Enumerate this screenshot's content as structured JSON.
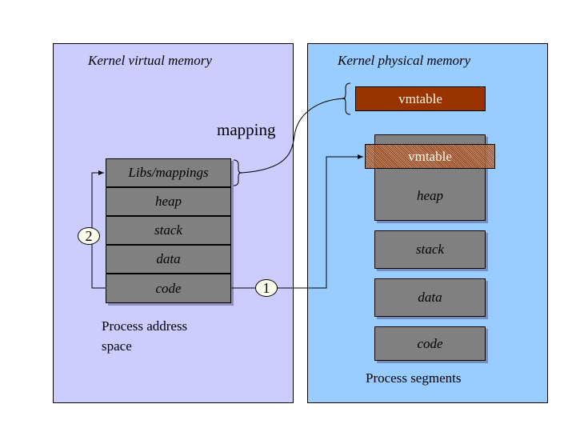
{
  "left_panel": {
    "title": "Kernel virtual memory",
    "mapping_label": "mapping",
    "address_space_label_line1": "Process address",
    "address_space_label_line2": "space",
    "segments": [
      "Libs/mappings",
      "heap",
      "stack",
      "data",
      "code"
    ],
    "color": "#ccccff"
  },
  "right_panel": {
    "title": "Kernel physical memory",
    "vmtable_kernel": "vmtable",
    "vmtable_overlay": "vmtable",
    "segments": [
      "heap",
      "stack",
      "data",
      "code"
    ],
    "segments_label": "Process segments",
    "color": "#99ccff"
  },
  "markers": {
    "step1": "1",
    "step2": "2"
  },
  "colors": {
    "segment": "#808080",
    "vmtable": "#993300"
  }
}
